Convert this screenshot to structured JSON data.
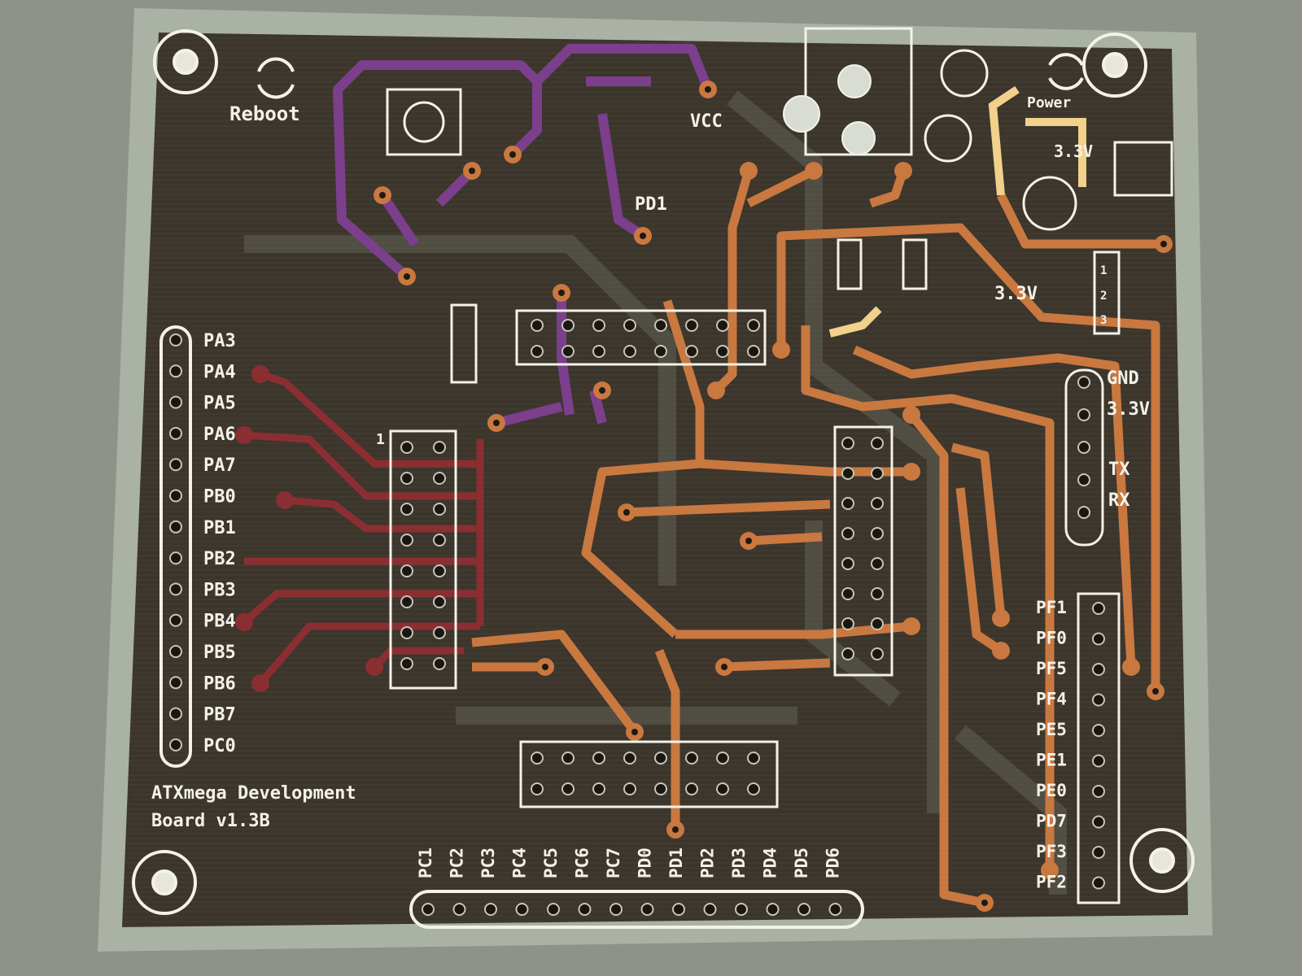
{
  "board": {
    "title_line1": "ATXmega Development",
    "title_line2": "Board v1.3B",
    "reboot_label": "Reboot",
    "vcc_label": "VCC",
    "pd1_label": "PD1",
    "power_label": "Power",
    "v33_top": "3.3V",
    "v33_mid": "3.3V",
    "gnd_label": "GND",
    "v33_right": "3.3V",
    "tx_label": "TX",
    "rx_label": "RX",
    "header_one": "1",
    "small_1": "1",
    "small_2": "2",
    "small_3": "3"
  },
  "left_pins": [
    "PA3",
    "PA4",
    "PA5",
    "PA6",
    "PA7",
    "PB0",
    "PB1",
    "PB2",
    "PB3",
    "PB4",
    "PB5",
    "PB6",
    "PB7",
    "PC0"
  ],
  "bottom_pins": [
    "PC1",
    "PC2",
    "PC3",
    "PC4",
    "PC5",
    "PC6",
    "PC7",
    "PD0",
    "PD1",
    "PD2",
    "PD3",
    "PD4",
    "PD5",
    "PD6"
  ],
  "right_pins": [
    "PF1",
    "PF0",
    "PF5",
    "PF4",
    "PE5",
    "PE1",
    "PE0",
    "PD7",
    "PF3",
    "PF2"
  ],
  "colors": {
    "board": "#3a342b",
    "edge": "#a7b0a2",
    "silk": "#f3f2ea",
    "copper": "#c8763f",
    "purple": "#7a3f8a",
    "red_copper": "#8c2e2a"
  }
}
